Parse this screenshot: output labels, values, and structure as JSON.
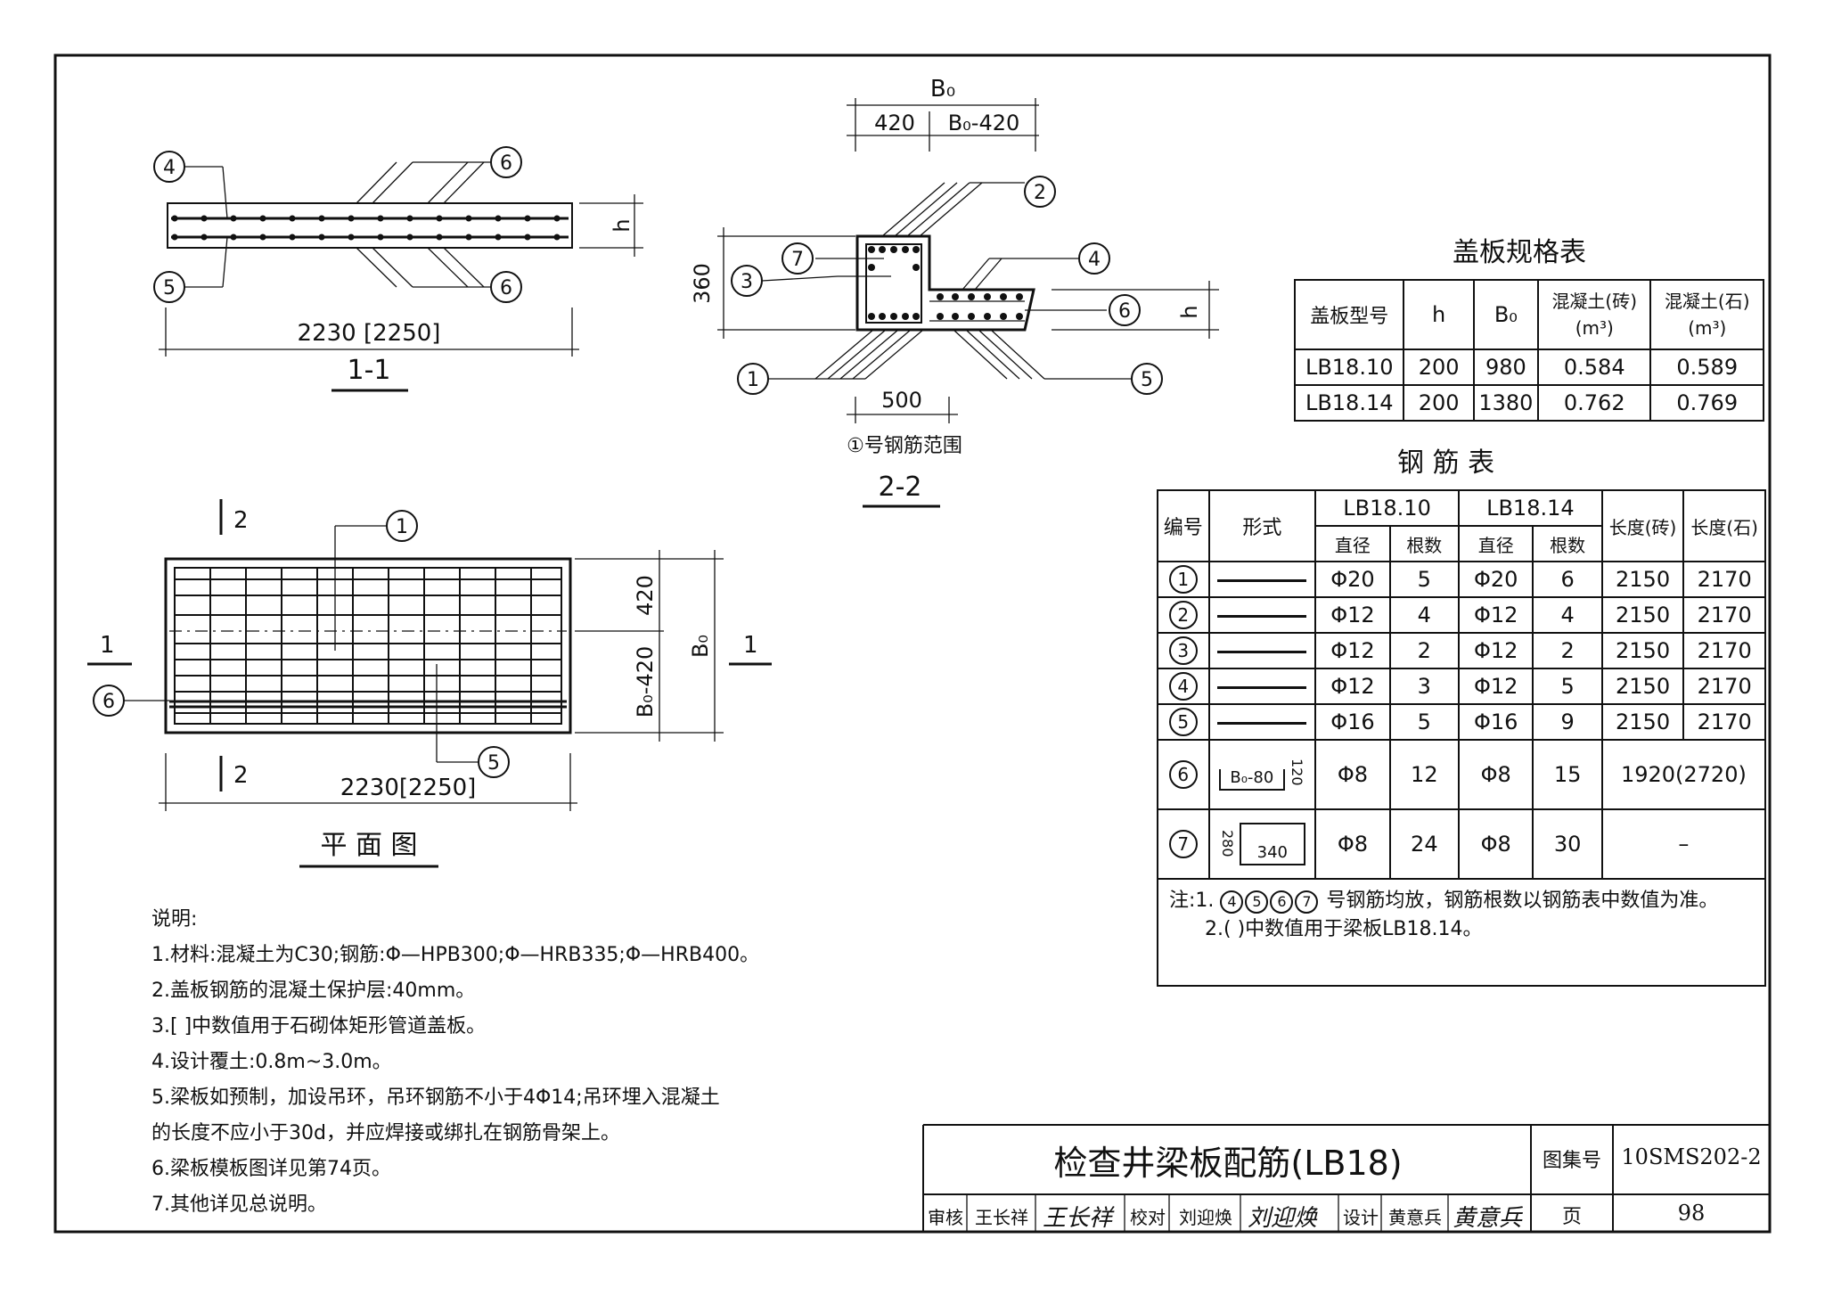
{
  "sheet": {
    "title": "检查井梁板配筋(LB18)",
    "atlas_label": "图集号",
    "atlas_no": "10SMS202-2",
    "page_label": "页",
    "page_no": "98",
    "review_label": "审核",
    "reviewer": "王长祥",
    "check_label": "校对",
    "checker": "刘迎焕",
    "design_label": "设计",
    "designer": "黄意兵",
    "sig_reviewer": "王长祥",
    "sig_checker": "刘迎焕",
    "sig_designer": "黄意兵"
  },
  "section_1_1": {
    "label": "1-1",
    "dim_length": "2230 [2250]",
    "dim_h": "h",
    "callouts": [
      "4",
      "5",
      "6",
      "6"
    ]
  },
  "section_2_2": {
    "label": "2-2",
    "dim_top": "B₀",
    "dim_420": "420",
    "dim_b0_420": "B₀-420",
    "dim_360": "360",
    "dim_500": "500",
    "dim_h": "h",
    "range_note": "①号钢筋范围",
    "callouts": [
      "1",
      "2",
      "3",
      "4",
      "5",
      "6",
      "7"
    ]
  },
  "plan": {
    "label": "平 面 图",
    "dim_length": "2230[2250]",
    "dim_420": "420",
    "dim_b0_420": "B₀-420",
    "dim_b0": "B₀",
    "cut_2": "2",
    "cut_1": "1",
    "callouts": [
      "1",
      "5",
      "6"
    ]
  },
  "spec_table": {
    "title": "盖板规格表",
    "headers": [
      "盖板型号",
      "h",
      "B₀",
      "混凝土(砖)",
      "混凝土(石)"
    ],
    "unit": "(m³)",
    "rows": [
      [
        "LB18.10",
        "200",
        "980",
        "0.584",
        "0.589"
      ],
      [
        "LB18.14",
        "200",
        "1380",
        "0.762",
        "0.769"
      ]
    ]
  },
  "rebar_table": {
    "title": "钢 筋 表",
    "h_no": "编号",
    "h_form": "形式",
    "h_lb10": "LB18.10",
    "h_lb14": "LB18.14",
    "h_dia": "直径",
    "h_count": "根数",
    "h_len_brick": "长度(砖)",
    "h_len_stone": "长度(石)",
    "rows": [
      {
        "no": "1",
        "dia10": "Φ20",
        "n10": "5",
        "dia14": "Φ20",
        "n14": "6",
        "lb": "2150",
        "ls": "2170"
      },
      {
        "no": "2",
        "dia10": "Φ12",
        "n10": "4",
        "dia14": "Φ12",
        "n14": "4",
        "lb": "2150",
        "ls": "2170"
      },
      {
        "no": "3",
        "dia10": "Φ12",
        "n10": "2",
        "dia14": "Φ12",
        "n14": "2",
        "lb": "2150",
        "ls": "2170"
      },
      {
        "no": "4",
        "dia10": "Φ12",
        "n10": "3",
        "dia14": "Φ12",
        "n14": "5",
        "lb": "2150",
        "ls": "2170"
      },
      {
        "no": "5",
        "dia10": "Φ16",
        "n10": "5",
        "dia14": "Φ16",
        "n14": "9",
        "lb": "2150",
        "ls": "2170"
      },
      {
        "no": "6",
        "dia10": "Φ8",
        "n10": "12",
        "dia14": "Φ8",
        "n14": "15",
        "len": "1920(2720)",
        "shape_a": "B₀-80",
        "shape_b": "120"
      },
      {
        "no": "7",
        "dia10": "Φ8",
        "n10": "24",
        "dia14": "Φ8",
        "n14": "30",
        "len": "–",
        "shape_a": "340",
        "shape_b": "280"
      }
    ],
    "note1_prefix": "注:1.",
    "note1_nums": [
      "4",
      "5",
      "6",
      "7"
    ],
    "note1_text": "号钢筋均放，钢筋根数以钢筋表中数值为准。",
    "note2": "2.(  )中数值用于梁板LB18.14。"
  },
  "notes": {
    "title": "说明:",
    "items": [
      "1.材料:混凝土为C30;钢筋:Φ—HPB300;Φ—HRB335;Φ—HRB400。",
      "2.盖板钢筋的混凝土保护层:40mm。",
      "3.[  ]中数值用于石砌体矩形管道盖板。",
      "4.设计覆土:0.8m~3.0m。",
      "5.梁板如预制，加设吊环，吊环钢筋不小于4Φ14;吊环埋入混凝土",
      "  的长度不应小于30d，并应焊接或绑扎在钢筋骨架上。",
      "6.梁板模板图详见第74页。",
      "7.其他详见总说明。"
    ]
  }
}
